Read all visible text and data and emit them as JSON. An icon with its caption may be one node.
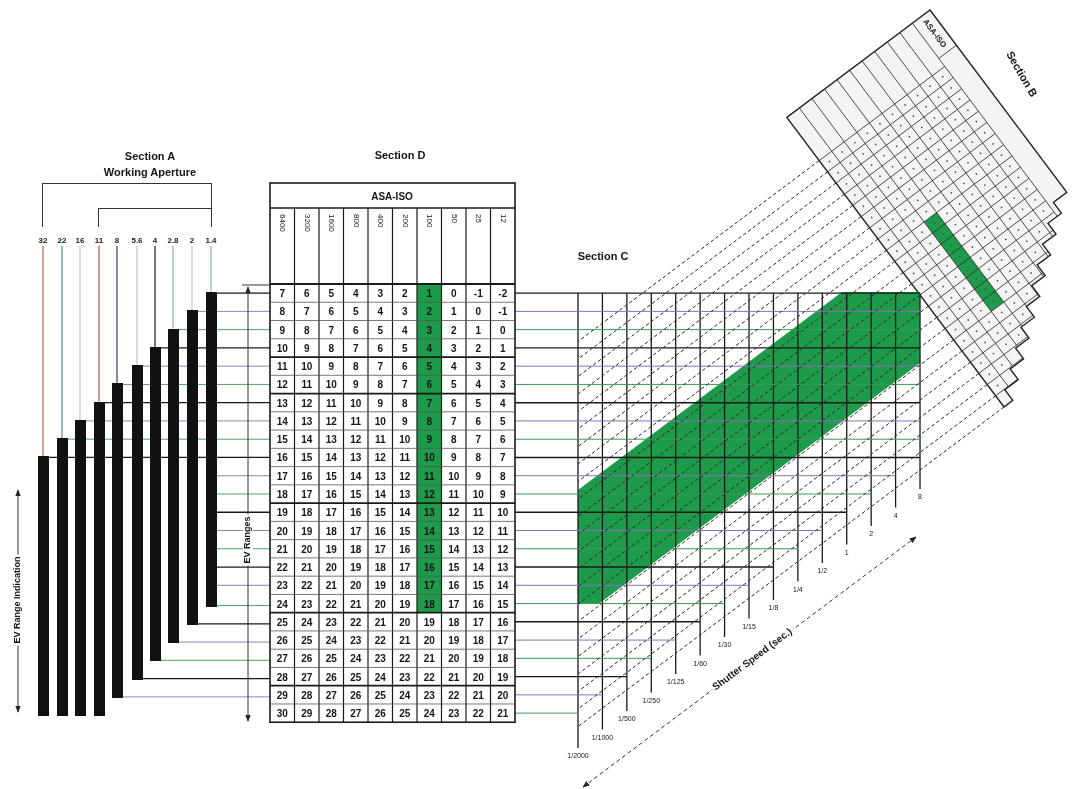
{
  "diagram": {
    "nodes": [
      {
        "text": [
          "32"
        ]
      },
      {
        "text": [
          "22"
        ]
      },
      {
        "text": [
          "16"
        ]
      },
      {
        "text": [
          "11"
        ]
      },
      {
        "text": [
          "8"
        ]
      },
      {
        "text": [
          "5.6"
        ]
      },
      {
        "text": [
          "4"
        ]
      },
      {
        "text": [
          "2.8"
        ]
      },
      {
        "text": [
          "2"
        ]
      },
      {
        "text": [
          "1.4"
        ]
      },
      {
        "text": [],
        "shape": "bar"
      },
      {
        "text": [],
        "shape": "bar"
      },
      {
        "text": [],
        "shape": "bar"
      },
      {
        "text": [],
        "shape": "bar"
      },
      {
        "text": [],
        "shape": "bar"
      },
      {
        "text": [],
        "shape": "bar"
      },
      {
        "text": [],
        "shape": "bar"
      },
      {
        "text": [],
        "shape": "bar"
      },
      {
        "text": [],
        "shape": "bar"
      },
      {
        "text": [],
        "shape": "bar"
      }
    ],
    "edges": [
      {
        "from": 0,
        "to": 10,
        "arrow": "none",
        "color": "#b0704a"
      },
      {
        "from": 1,
        "to": 11,
        "arrow": "none",
        "color": "#4f93a8"
      },
      {
        "from": 2,
        "to": 12,
        "arrow": "none"
      },
      {
        "from": 3,
        "to": 13,
        "arrow": "none",
        "color": "#a5603c"
      },
      {
        "from": 4,
        "to": 14,
        "arrow": "none",
        "color": "#3a3f5c"
      },
      {
        "from": 5,
        "to": 15,
        "arrow": "none"
      },
      {
        "from": 6,
        "to": 16,
        "arrow": "none",
        "color": "#1a1a1a"
      },
      {
        "from": 7,
        "to": 17,
        "arrow": "none",
        "color": "#86b4cf"
      },
      {
        "from": 8,
        "to": 18,
        "arrow": "none"
      },
      {
        "from": 9,
        "to": 19,
        "arrow": "none",
        "color": "#86b4cf"
      }
    ],
    "labels": [
      "Section A",
      "Working Aperture",
      "EV Range Indication",
      "Section D",
      "ASA-ISO",
      "6400",
      "3200",
      "1600",
      "800",
      "400",
      "200",
      "100",
      "50",
      "25",
      "12",
      "7",
      "6",
      "5",
      "4",
      "3",
      "2",
      "1",
      "0",
      "-1",
      "-2",
      "8",
      "7",
      "6",
      "5",
      "4",
      "3",
      "2",
      "1",
      "0",
      "-1",
      "9",
      "8",
      "7",
      "6",
      "5",
      "4",
      "3",
      "2",
      "1",
      "0",
      "10",
      "9",
      "8",
      "7",
      "6",
      "5",
      "4",
      "3",
      "2",
      "1",
      "11",
      "10",
      "9",
      "8",
      "7",
      "6",
      "5",
      "4",
      "3",
      "2",
      "12",
      "11",
      "10",
      "9",
      "8",
      "7",
      "6",
      "5",
      "4",
      "3",
      "13",
      "12",
      "11",
      "10",
      "9",
      "8",
      "7",
      "6",
      "5",
      "4",
      "14",
      "13",
      "12",
      "11",
      "10",
      "9",
      "8",
      "7",
      "6",
      "5",
      "15",
      "14",
      "13",
      "12",
      "11",
      "10",
      "9",
      "8",
      "7",
      "6",
      "16",
      "15",
      "14",
      "13",
      "12",
      "11",
      "10",
      "9",
      "8",
      "7",
      "17",
      "16",
      "15",
      "14",
      "13",
      "12",
      "11",
      "10",
      "9",
      "8",
      "18",
      "17",
      "16",
      "15",
      "14",
      "13",
      "12",
      "11",
      "10",
      "9",
      "19",
      "18",
      "17",
      "16",
      "15",
      "14",
      "13",
      "12",
      "11",
      "10",
      "20",
      "19",
      "18",
      "17",
      "16",
      "15",
      "14",
      "13",
      "12",
      "11",
      "21",
      "20",
      "19",
      "18",
      "17",
      "16",
      "15",
      "14",
      "13",
      "12",
      "22",
      "21",
      "20",
      "19",
      "18",
      "17",
      "16",
      "15",
      "14",
      "13",
      "23",
      "22",
      "21",
      "20",
      "19",
      "18",
      "17",
      "16",
      "15",
      "14",
      "24",
      "23",
      "22",
      "21",
      "20",
      "19",
      "18",
      "17",
      "16",
      "15",
      "25",
      "24",
      "23",
      "22",
      "21",
      "20",
      "19",
      "18",
      "17",
      "16",
      "26",
      "25",
      "24",
      "23",
      "22",
      "21",
      "20",
      "19",
      "18",
      "17",
      "27",
      "26",
      "25",
      "24",
      "23",
      "22",
      "21",
      "20",
      "19",
      "18",
      "28",
      "27",
      "26",
      "25",
      "24",
      "23",
      "22",
      "21",
      "20",
      "19",
      "29",
      "28",
      "27",
      "26",
      "25",
      "24",
      "23",
      "22",
      "21",
      "20",
      "30",
      "29",
      "28",
      "27",
      "26",
      "25",
      "24",
      "23",
      "22",
      "21",
      "EV Ranges",
      "Section C",
      "1/2000",
      "1/1000",
      "1/500",
      "1/250",
      "1/125",
      "1/60",
      "1/30",
      "1/15",
      "1/8",
      "1/4",
      "1/2",
      "1",
      "2",
      "4",
      "8",
      "Shutter Speed (sec.)",
      "Section B",
      "ASA-ISO"
    ]
  }
}
